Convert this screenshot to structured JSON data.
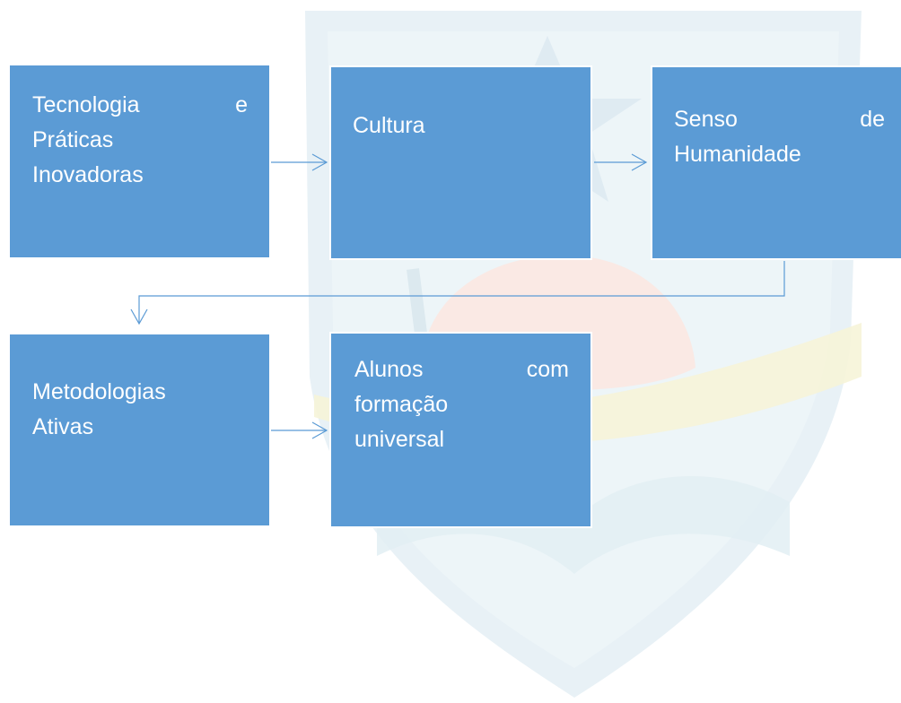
{
  "colors": {
    "box_fill": "#5b9bd5",
    "box_text": "#ffffff",
    "connector": "#5b9bd5",
    "watermark_shield": "#e3eef3",
    "watermark_red": "#fbe8e3",
    "watermark_yellow": "#f8f6dc"
  },
  "icons": {
    "watermark": "shield-crest-watermark-icon",
    "arrows": "arrow-right-icon"
  },
  "nodes": {
    "tecnologia": {
      "lines": [
        {
          "left": "Tecnologia",
          "right": "e"
        },
        {
          "text": "Práticas"
        },
        {
          "text": "Inovadoras"
        }
      ]
    },
    "cultura": {
      "lines": [
        {
          "text": "Cultura"
        }
      ]
    },
    "senso": {
      "lines": [
        {
          "left": "Senso",
          "right": "de"
        },
        {
          "text": "Humanidade"
        }
      ]
    },
    "metodologias": {
      "lines": [
        {
          "text": "Metodologias"
        },
        {
          "text": "Ativas"
        }
      ]
    },
    "alunos": {
      "lines": [
        {
          "left": "Alunos",
          "right": "com"
        },
        {
          "text": "formação"
        },
        {
          "text": "universal"
        }
      ]
    }
  },
  "edges": [
    {
      "from": "Tecnologia e Práticas Inovadoras",
      "to": "Cultura"
    },
    {
      "from": "Cultura",
      "to": "Senso de Humanidade"
    },
    {
      "from": "Senso de Humanidade",
      "to": "Metodologias Ativas"
    },
    {
      "from": "Metodologias Ativas",
      "to": "Alunos com formação universal"
    }
  ]
}
